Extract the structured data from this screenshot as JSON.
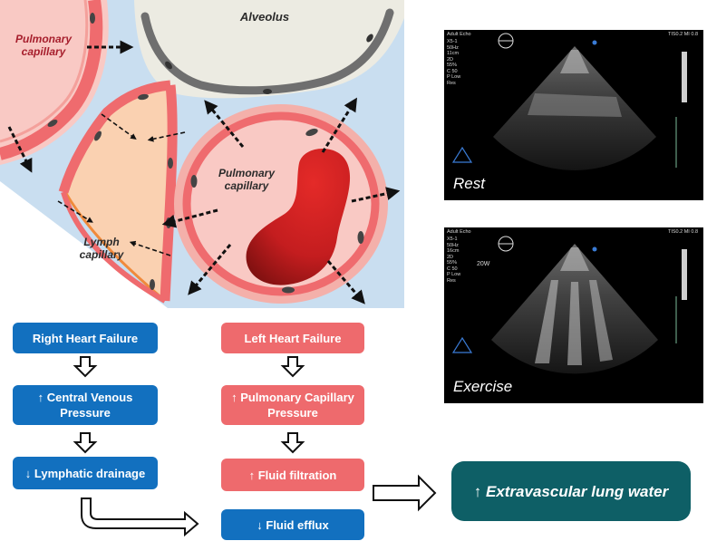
{
  "diagram": {
    "labels": {
      "alveolus": "Alveolus",
      "pulmonary_capillary_left": "Pulmonary capillary",
      "pulmonary_capillary_center": "Pulmonary capillary",
      "lymph_capillary": "Lymph capillary"
    },
    "colors": {
      "interstitium": "#c9def0",
      "capillary_wall": "#ef6b6e",
      "capillary_lumen": "#f9c9c4",
      "lymph_fill": "#fad1b1",
      "lymph_wall": "#f08a3c",
      "alveolus_fill": "#ecebe2",
      "alveolus_wall": "#6f6f6f",
      "rbc": "#c41d1f",
      "nucleus": "#444444"
    }
  },
  "echo": {
    "rest": {
      "label": "Rest",
      "header_left": "Adult Echo",
      "header_right": "TIS0.2   MI 0.8",
      "params": [
        "X5-1",
        "50Hz",
        "11cm",
        "",
        "2D",
        "55%",
        "C 50",
        "P Low",
        "Res"
      ]
    },
    "exercise": {
      "label": "Exercise",
      "header_left": "Adult Echo",
      "header_right": "TIS0.2   MI 0.8",
      "params": [
        "X5-1",
        "50Hz",
        "16cm",
        "",
        "2D",
        "55%",
        "C 50",
        "P Low",
        "Res"
      ],
      "overlay": "20W"
    }
  },
  "flow": {
    "right_heart_failure": "Right Heart Failure",
    "central_venous_pressure": "↑ Central Venous Pressure",
    "lymphatic_drainage": "↓ Lymphatic drainage",
    "left_heart_failure": "Left Heart Failure",
    "pulmonary_capillary_pressure": "↑ Pulmonary Capillary Pressure",
    "fluid_filtration": "↑ Fluid filtration",
    "fluid_efflux": "↓ Fluid efflux",
    "extravascular_lung_water": "↑ Extravascular lung water"
  },
  "colors": {
    "right_side": "#1270bf",
    "left_side": "#ee6a6d",
    "outcome": "#0e5f66"
  }
}
